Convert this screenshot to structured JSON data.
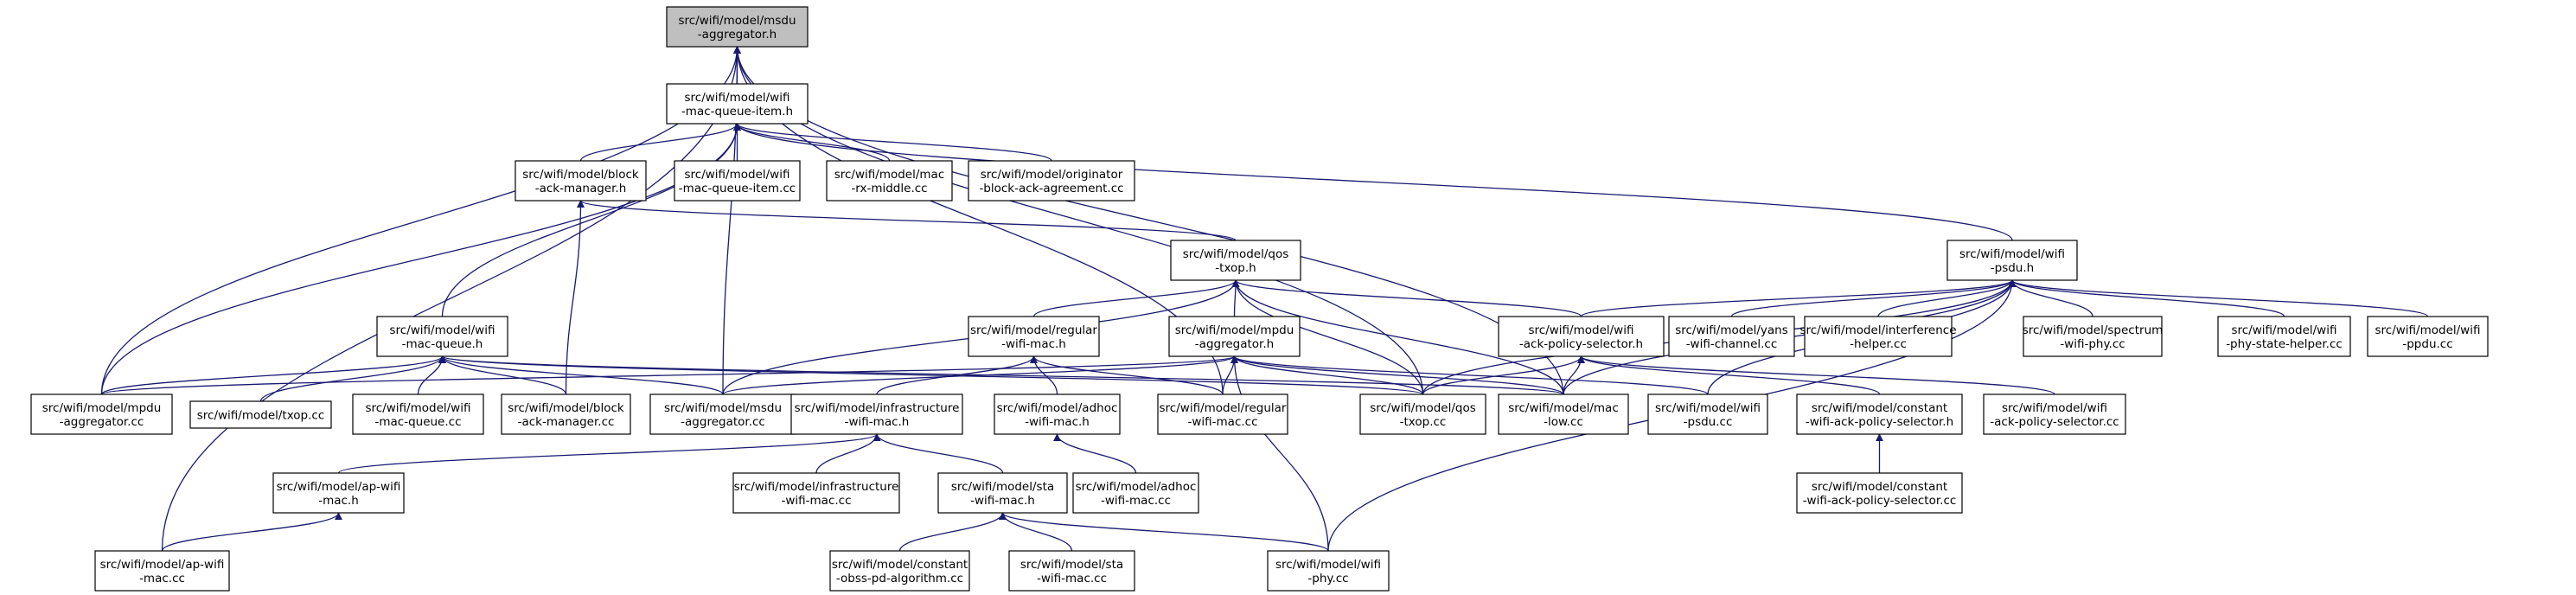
{
  "graph": {
    "title": "",
    "nodes": [
      {
        "id": "root",
        "root": true,
        "lines": [
          "src/wifi/model/msdu",
          "-aggregator.h"
        ]
      },
      {
        "id": "mqih",
        "lines": [
          "src/wifi/model/wifi",
          "-mac-queue-item.h"
        ]
      },
      {
        "id": "bamh",
        "lines": [
          "src/wifi/model/block",
          "-ack-manager.h"
        ]
      },
      {
        "id": "mqicc",
        "lines": [
          "src/wifi/model/wifi",
          "-mac-queue-item.cc"
        ]
      },
      {
        "id": "rxm",
        "lines": [
          "src/wifi/model/mac",
          "-rx-middle.cc"
        ]
      },
      {
        "id": "obaa",
        "lines": [
          "src/wifi/model/originator",
          "-block-ack-agreement.cc"
        ]
      },
      {
        "id": "qtxoph",
        "lines": [
          "src/wifi/model/qos",
          "-txop.h"
        ]
      },
      {
        "id": "psduh",
        "lines": [
          "src/wifi/model/wifi",
          "-psdu.h"
        ]
      },
      {
        "id": "mqh",
        "lines": [
          "src/wifi/model/wifi",
          "-mac-queue.h"
        ]
      },
      {
        "id": "rwmh",
        "lines": [
          "src/wifi/model/regular",
          "-wifi-mac.h"
        ]
      },
      {
        "id": "mpduh",
        "lines": [
          "src/wifi/model/mpdu",
          "-aggregator.h"
        ]
      },
      {
        "id": "apsh",
        "lines": [
          "src/wifi/model/wifi",
          "-ack-policy-selector.h"
        ]
      },
      {
        "id": "ywc",
        "lines": [
          "src/wifi/model/yans",
          "-wifi-channel.cc"
        ]
      },
      {
        "id": "ihc",
        "lines": [
          "src/wifi/model/interference",
          "-helper.cc"
        ]
      },
      {
        "id": "swp",
        "lines": [
          "src/wifi/model/spectrum",
          "-wifi-phy.cc"
        ]
      },
      {
        "id": "pshc",
        "lines": [
          "src/wifi/model/wifi",
          "-phy-state-helper.cc"
        ]
      },
      {
        "id": "ppdu",
        "lines": [
          "src/wifi/model/wifi",
          "-ppdu.cc"
        ]
      },
      {
        "id": "mpducc",
        "lines": [
          "src/wifi/model/mpdu",
          "-aggregator.cc"
        ]
      },
      {
        "id": "txopcc",
        "lines": [
          "src/wifi/model/txop.cc"
        ]
      },
      {
        "id": "mqcc",
        "lines": [
          "src/wifi/model/wifi",
          "-mac-queue.cc"
        ]
      },
      {
        "id": "bamcc",
        "lines": [
          "src/wifi/model/block",
          "-ack-manager.cc"
        ]
      },
      {
        "id": "msducc",
        "lines": [
          "src/wifi/model/msdu",
          "-aggregator.cc"
        ]
      },
      {
        "id": "iwmh",
        "lines": [
          "src/wifi/model/infrastructure",
          "-wifi-mac.h"
        ]
      },
      {
        "id": "awmh",
        "lines": [
          "src/wifi/model/adhoc",
          "-wifi-mac.h"
        ]
      },
      {
        "id": "rwmcc",
        "lines": [
          "src/wifi/model/regular",
          "-wifi-mac.cc"
        ]
      },
      {
        "id": "qtxopcc",
        "lines": [
          "src/wifi/model/qos",
          "-txop.cc"
        ]
      },
      {
        "id": "maclow",
        "lines": [
          "src/wifi/model/mac",
          "-low.cc"
        ]
      },
      {
        "id": "psducc",
        "lines": [
          "src/wifi/model/wifi",
          "-psdu.cc"
        ]
      },
      {
        "id": "capsh",
        "lines": [
          "src/wifi/model/constant",
          "-wifi-ack-policy-selector.h"
        ]
      },
      {
        "id": "apscc",
        "lines": [
          "src/wifi/model/wifi",
          "-ack-policy-selector.cc"
        ]
      },
      {
        "id": "apwmh",
        "lines": [
          "src/wifi/model/ap-wifi",
          "-mac.h"
        ]
      },
      {
        "id": "iwmcc",
        "lines": [
          "src/wifi/model/infrastructure",
          "-wifi-mac.cc"
        ]
      },
      {
        "id": "swmh",
        "lines": [
          "src/wifi/model/sta",
          "-wifi-mac.h"
        ]
      },
      {
        "id": "awmcc",
        "lines": [
          "src/wifi/model/adhoc",
          "-wifi-mac.cc"
        ]
      },
      {
        "id": "capscc",
        "lines": [
          "src/wifi/model/constant",
          "-wifi-ack-policy-selector.cc"
        ]
      },
      {
        "id": "apwmcc",
        "lines": [
          "src/wifi/model/ap-wifi",
          "-mac.cc"
        ]
      },
      {
        "id": "copd",
        "lines": [
          "src/wifi/model/constant",
          "-obss-pd-algorithm.cc"
        ]
      },
      {
        "id": "swmcc",
        "lines": [
          "src/wifi/model/sta",
          "-wifi-mac.cc"
        ]
      },
      {
        "id": "wphy",
        "lines": [
          "src/wifi/model/wifi",
          "-phy.cc"
        ]
      }
    ],
    "edges": [
      {
        "from": "mqih",
        "to": "root"
      },
      {
        "from": "mpducc",
        "to": "root"
      },
      {
        "from": "msducc",
        "to": "root"
      },
      {
        "from": "rwmcc",
        "to": "root"
      },
      {
        "from": "qtxopcc",
        "to": "root"
      },
      {
        "from": "maclow",
        "to": "root"
      },
      {
        "from": "apwmcc",
        "to": "root"
      },
      {
        "from": "bamh",
        "to": "mqih"
      },
      {
        "from": "mqicc",
        "to": "mqih"
      },
      {
        "from": "rxm",
        "to": "mqih"
      },
      {
        "from": "obaa",
        "to": "mqih"
      },
      {
        "from": "mqh",
        "to": "mqih"
      },
      {
        "from": "psduh",
        "to": "mqih"
      },
      {
        "from": "mpducc",
        "to": "mqih"
      },
      {
        "from": "qtxoph",
        "to": "bamh"
      },
      {
        "from": "bamcc",
        "to": "bamh"
      },
      {
        "from": "rwmh",
        "to": "qtxoph"
      },
      {
        "from": "mpduh",
        "to": "qtxoph"
      },
      {
        "from": "apsh",
        "to": "qtxoph"
      },
      {
        "from": "msducc",
        "to": "qtxoph"
      },
      {
        "from": "qtxopcc",
        "to": "qtxoph"
      },
      {
        "from": "maclow",
        "to": "qtxoph"
      },
      {
        "from": "apsh",
        "to": "psduh"
      },
      {
        "from": "ywc",
        "to": "psduh"
      },
      {
        "from": "ihc",
        "to": "psduh"
      },
      {
        "from": "swp",
        "to": "psduh"
      },
      {
        "from": "pshc",
        "to": "psduh"
      },
      {
        "from": "ppdu",
        "to": "psduh"
      },
      {
        "from": "qtxopcc",
        "to": "psduh"
      },
      {
        "from": "maclow",
        "to": "psduh"
      },
      {
        "from": "psducc",
        "to": "psduh"
      },
      {
        "from": "wphy",
        "to": "psduh"
      },
      {
        "from": "mpducc",
        "to": "mqh"
      },
      {
        "from": "txopcc",
        "to": "mqh"
      },
      {
        "from": "mqcc",
        "to": "mqh"
      },
      {
        "from": "bamcc",
        "to": "mqh"
      },
      {
        "from": "msducc",
        "to": "mqh"
      },
      {
        "from": "qtxopcc",
        "to": "mqh"
      },
      {
        "from": "maclow",
        "to": "mqh"
      },
      {
        "from": "iwmh",
        "to": "rwmh"
      },
      {
        "from": "awmh",
        "to": "rwmh"
      },
      {
        "from": "rwmcc",
        "to": "rwmh"
      },
      {
        "from": "mpducc",
        "to": "mpduh"
      },
      {
        "from": "msducc",
        "to": "mpduh"
      },
      {
        "from": "rwmcc",
        "to": "mpduh"
      },
      {
        "from": "qtxopcc",
        "to": "mpduh"
      },
      {
        "from": "maclow",
        "to": "mpduh"
      },
      {
        "from": "psducc",
        "to": "mpduh"
      },
      {
        "from": "wphy",
        "to": "mpduh"
      },
      {
        "from": "qtxopcc",
        "to": "apsh"
      },
      {
        "from": "maclow",
        "to": "apsh"
      },
      {
        "from": "capsh",
        "to": "apsh"
      },
      {
        "from": "apscc",
        "to": "apsh"
      },
      {
        "from": "apwmh",
        "to": "iwmh"
      },
      {
        "from": "iwmcc",
        "to": "iwmh"
      },
      {
        "from": "swmh",
        "to": "iwmh"
      },
      {
        "from": "awmcc",
        "to": "awmh"
      },
      {
        "from": "capscc",
        "to": "capsh"
      },
      {
        "from": "apwmcc",
        "to": "apwmh"
      },
      {
        "from": "copd",
        "to": "swmh"
      },
      {
        "from": "swmcc",
        "to": "swmh"
      },
      {
        "from": "wphy",
        "to": "swmh"
      }
    ]
  }
}
